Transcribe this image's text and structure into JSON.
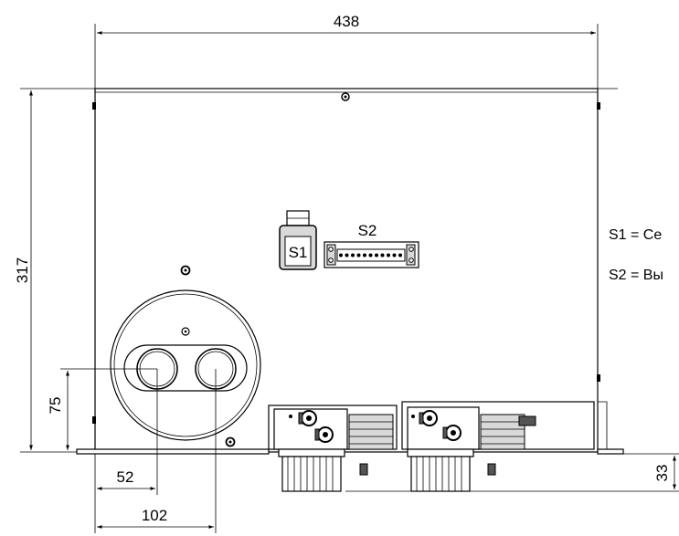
{
  "dimensions": {
    "width_top": "438",
    "height_left": "317",
    "hole_height": "75",
    "hole_offset_1": "52",
    "hole_offset_2": "102",
    "foot_height": "33"
  },
  "connectors": {
    "s1_label": "S1",
    "s2_label": "S2"
  },
  "legend": {
    "s1_text": "S1 = Се",
    "s2_text": "S2 = Вы"
  }
}
